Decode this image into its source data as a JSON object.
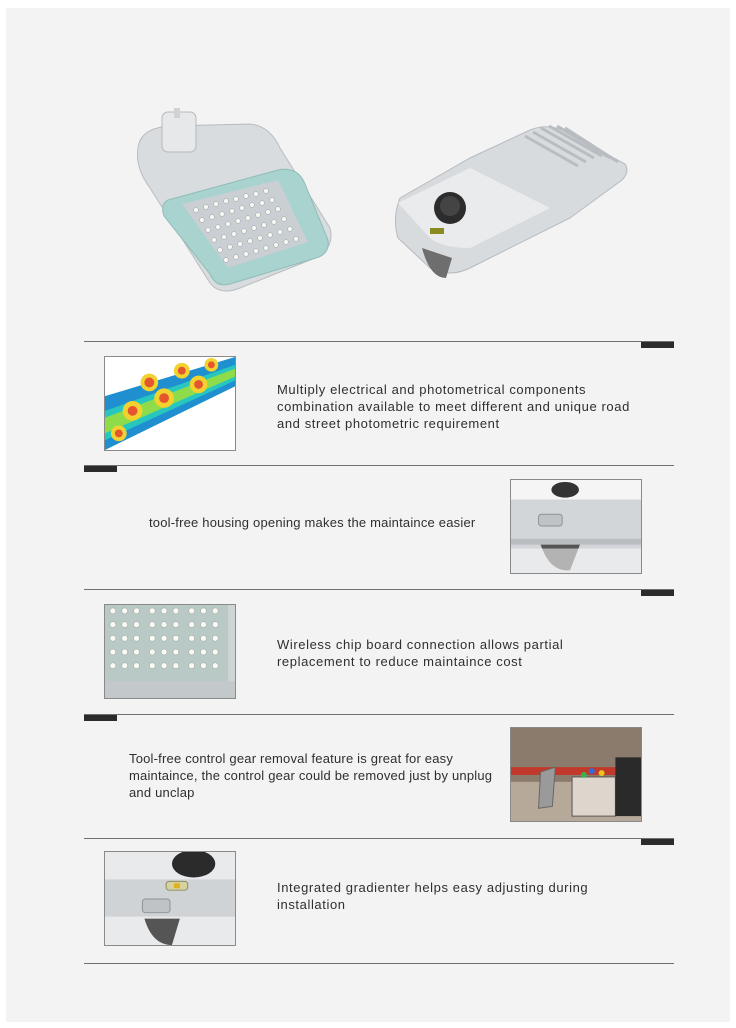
{
  "colors": {
    "page_background": "#f3f3f3",
    "rule": "#6f6f6f",
    "tab": "#2b2b2b",
    "text": "#2f2f2f"
  },
  "hero": {
    "images": [
      "street-light-front-product-photo",
      "street-light-back-product-photo"
    ]
  },
  "features": [
    {
      "text": "Multiply electrical and photometrical components combination available to meet different and unique road and street photometric requirement",
      "image": "photometric-heatmap-illustration"
    },
    {
      "text": "tool-free housing opening makes the maintaince easier",
      "image": "housing-latch-closeup-photo"
    },
    {
      "text": "Wireless chip board connection allows partial replacement to reduce  maintaince cost",
      "image": "led-chip-board-closeup-photo"
    },
    {
      "text": "Tool-free control gear removal feature is great for easy maintaince, the control gear could be removed just by unplug and unclap",
      "image": "control-gear-closeup-photo"
    },
    {
      "text": "Integrated gradienter helps easy adjusting during installation",
      "image": "gradienter-closeup-photo"
    }
  ]
}
